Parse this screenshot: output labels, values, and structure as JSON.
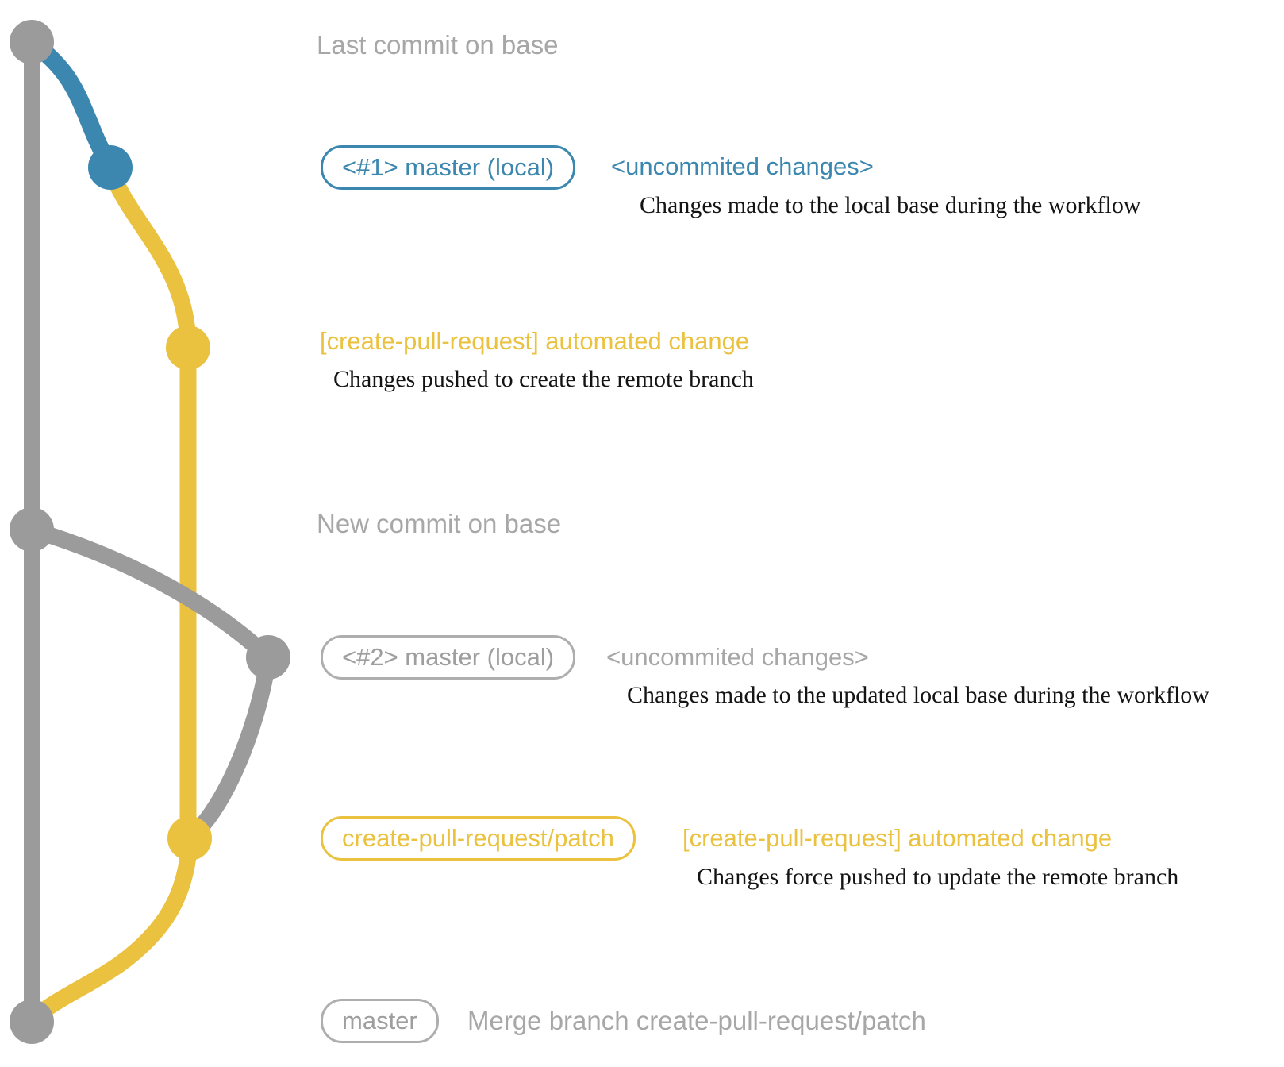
{
  "annotations": {
    "last_commit_label": "Last commit on base",
    "row1": {
      "badge": "<#1> master (local)",
      "note": "<uncommited changes>",
      "caption": "Changes made to the local base during the workflow"
    },
    "row2": {
      "heading": "[create-pull-request] automated change",
      "caption": "Changes pushed to create the remote branch"
    },
    "new_commit_label": "New commit on base",
    "row3": {
      "badge": "<#2> master (local)",
      "note": "<uncommited changes>",
      "caption": "Changes made to the updated local base during the workflow"
    },
    "row4": {
      "badge": "create-pull-request/patch",
      "heading": "[create-pull-request] automated change",
      "caption": "Changes force pushed to update the remote branch"
    },
    "row5": {
      "badge": "master",
      "note": "Merge branch create-pull-request/patch"
    }
  },
  "colors": {
    "branch_gray": "#9b9b9b",
    "branch_blue": "#3c87af",
    "branch_yellow": "#eac23f"
  }
}
